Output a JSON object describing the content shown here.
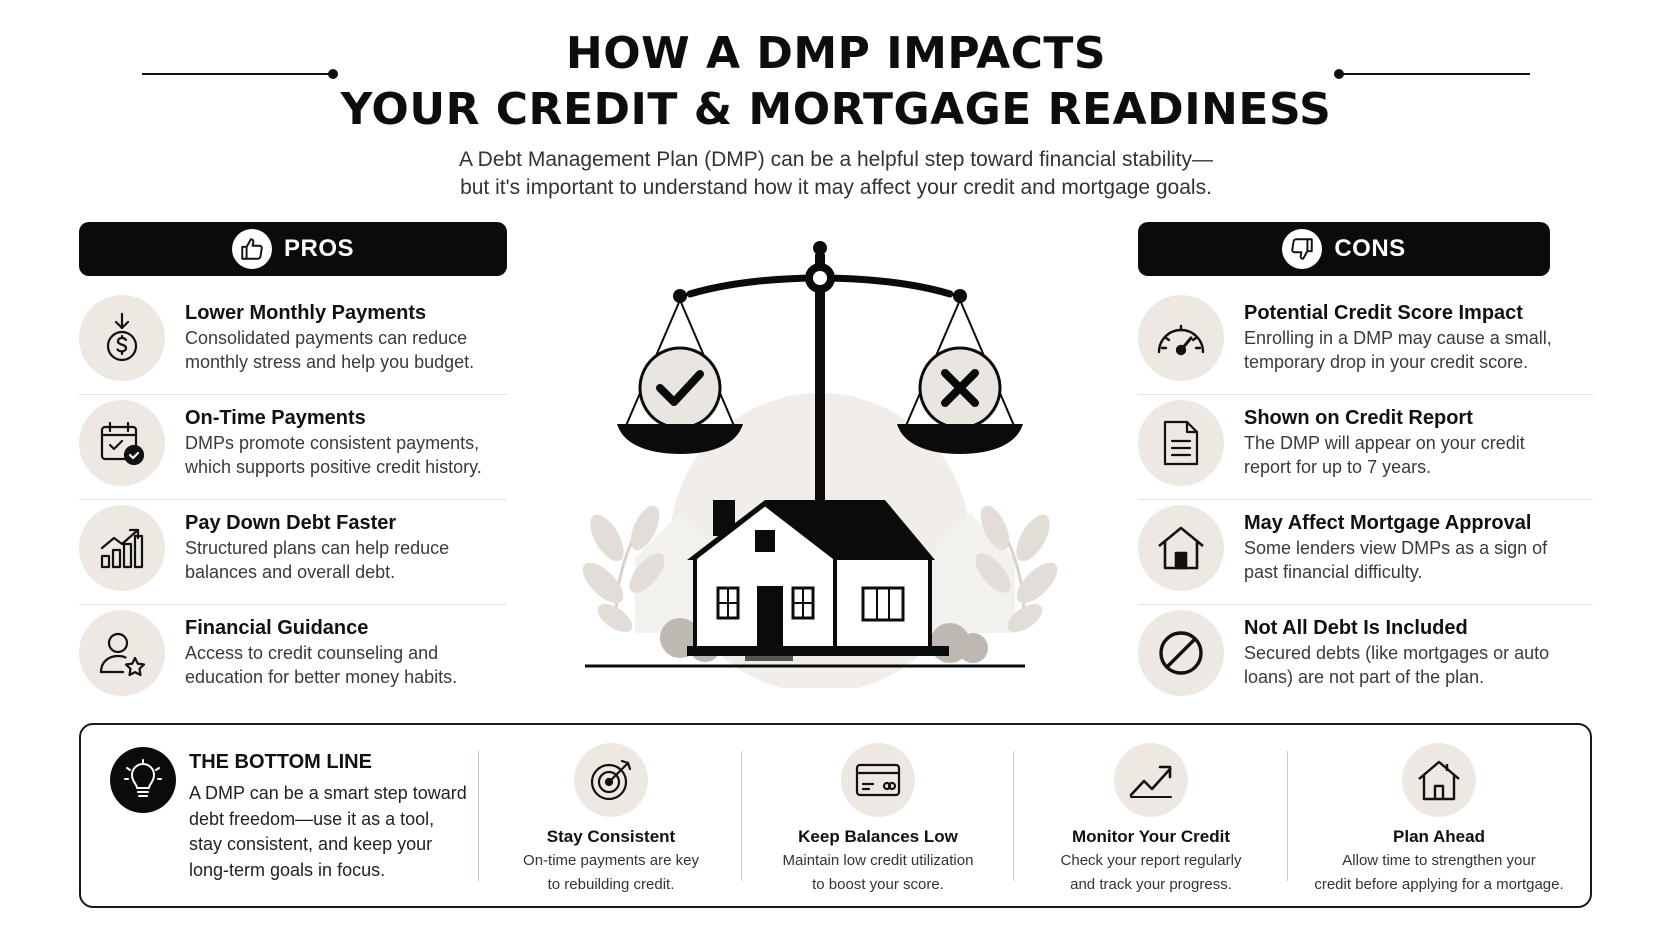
{
  "header": {
    "title_line1": "HOW A DMP IMPACTS",
    "title_line2": "YOUR CREDIT & MORTGAGE READINESS",
    "subtitle_line1": "A Debt Management Plan (DMP) can be a helpful step toward financial stability—",
    "subtitle_line2": "but it's important to understand how it may affect your credit and mortgage goals."
  },
  "pros": {
    "label": "PROS",
    "icon": "thumbs-up-icon",
    "items": [
      {
        "title": "Lower Monthly Payments",
        "line1": "Consolidated payments can reduce",
        "line2": "monthly stress and help you budget.",
        "icon": "dollar-bag-icon"
      },
      {
        "title": "On-Time Payments",
        "line1": "DMPs promote consistent payments,",
        "line2": "which supports positive credit history.",
        "icon": "calendar-check-icon"
      },
      {
        "title": "Pay Down Debt Faster",
        "line1": "Structured plans can help reduce",
        "line2": "balances and overall debt.",
        "icon": "growth-chart-icon"
      },
      {
        "title": "Financial Guidance",
        "line1": "Access to credit counseling and",
        "line2": "education for better money habits.",
        "icon": "person-star-icon"
      }
    ]
  },
  "cons": {
    "label": "CONS",
    "icon": "thumbs-down-icon",
    "items": [
      {
        "title": "Potential Credit Score Impact",
        "line1": "Enrolling in a DMP may cause a small,",
        "line2": "temporary drop in your credit score.",
        "icon": "gauge-icon"
      },
      {
        "title": "Shown on Credit Report",
        "line1": "The DMP will appear on your credit",
        "line2": "report for up to 7 years.",
        "icon": "document-icon"
      },
      {
        "title": "May Affect Mortgage Approval",
        "line1": "Some lenders view DMPs as a sign of",
        "line2": "past financial difficulty.",
        "icon": "house-icon"
      },
      {
        "title": "Not All Debt Is Included",
        "line1": "Secured debts (like mortgages or auto",
        "line2": "loans) are not part of the plan.",
        "icon": "prohibited-icon"
      }
    ]
  },
  "bottom_line": {
    "title": "THE BOTTOM LINE",
    "icon": "lightbulb-icon",
    "text_line1": "A DMP can be a smart step toward",
    "text_line2": "debt freedom—use it as a tool,",
    "text_line3": "stay consistent, and keep your",
    "text_line4": "long-term goals in focus.",
    "tips": [
      {
        "title": "Stay Consistent",
        "line1": "On-time payments are key",
        "line2": "to rebuilding credit.",
        "icon": "target-icon"
      },
      {
        "title": "Keep Balances Low",
        "line1": "Maintain low credit utilization",
        "line2": "to boost your score.",
        "icon": "credit-card-icon"
      },
      {
        "title": "Monitor Your Credit",
        "line1": "Check your report regularly",
        "line2": "and track your progress.",
        "icon": "trend-up-icon"
      },
      {
        "title": "Plan Ahead",
        "line1": "Allow time to strengthen your",
        "line2": "credit before applying for a mortgage.",
        "icon": "house-outline-icon"
      }
    ]
  },
  "illustration": {
    "icon": "scale-house-illustration",
    "accent_beige": "#ede8e1",
    "ink": "#0b0b0b"
  }
}
